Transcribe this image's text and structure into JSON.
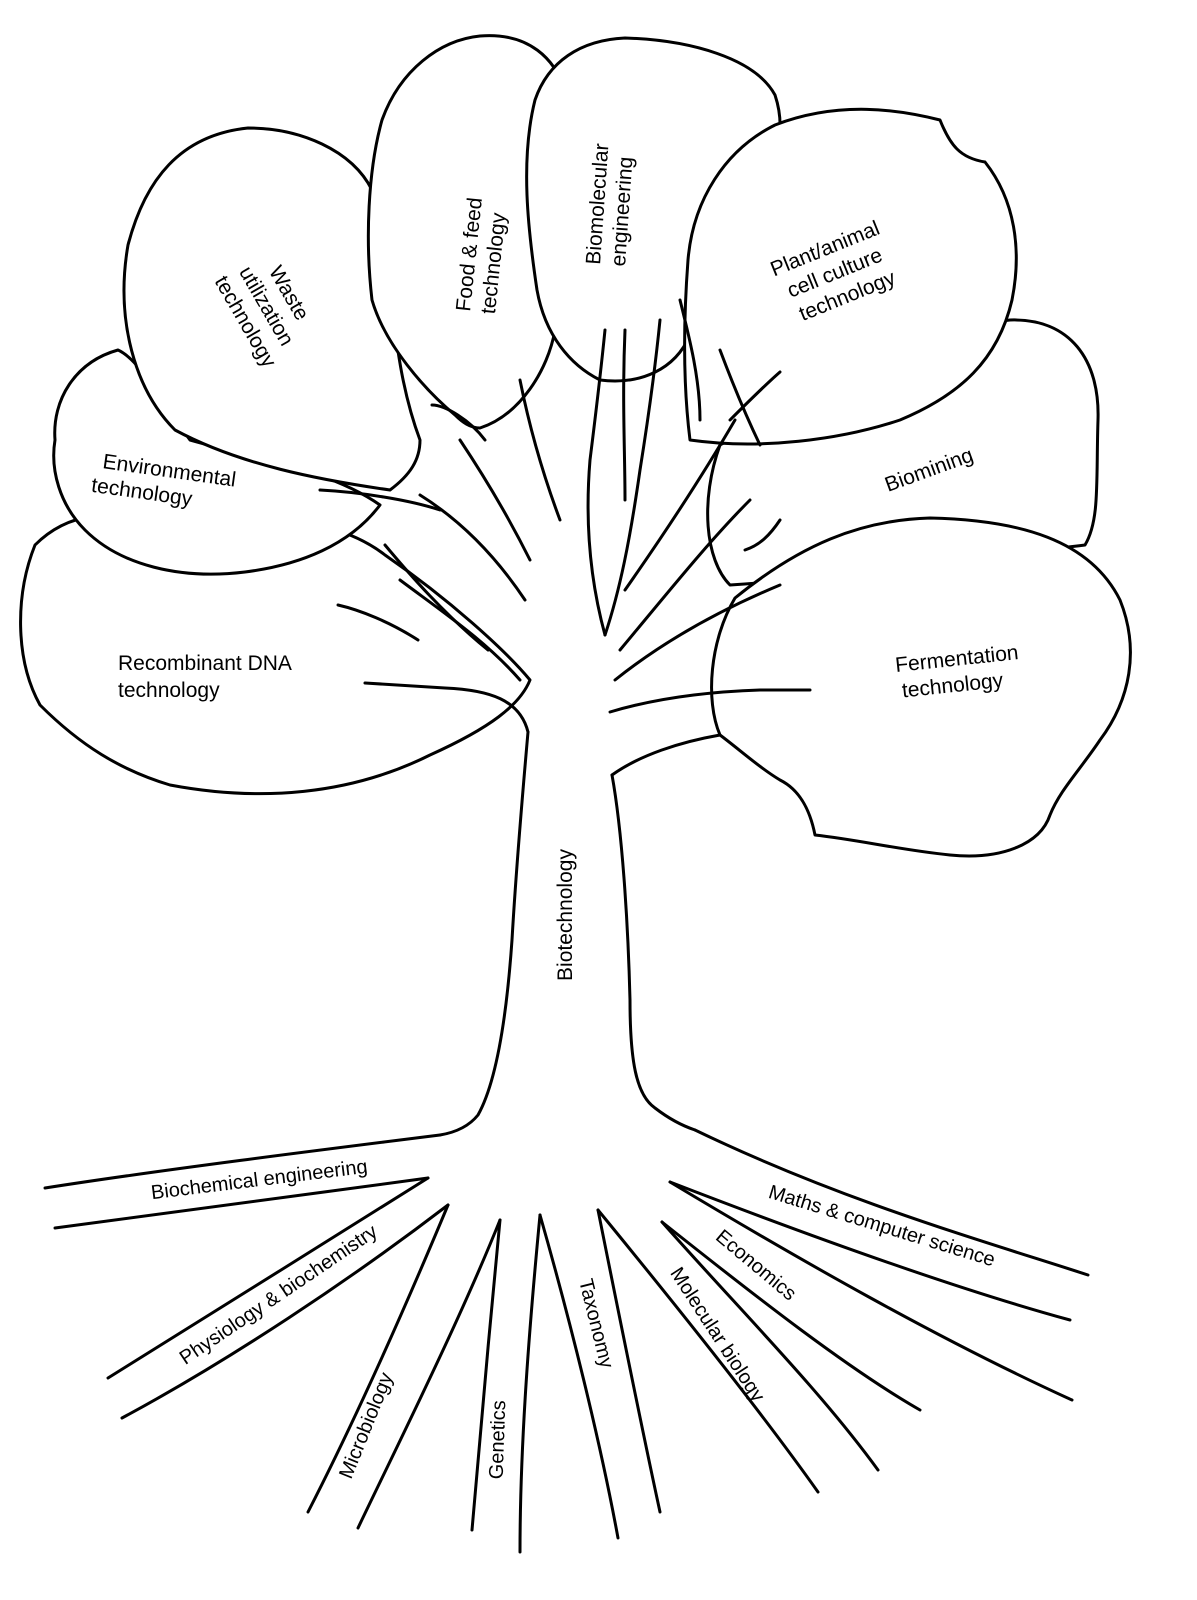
{
  "trunk": {
    "label": "Biotechnology"
  },
  "branches": {
    "food_feed": [
      "Food & feed",
      "technology"
    ],
    "biomolecular": [
      "Biomolecular",
      "engineering"
    ],
    "waste": [
      "Waste",
      "utilization",
      "technology"
    ],
    "plant_animal": [
      "Plant/animal",
      "cell culture",
      "technology"
    ],
    "environmental": [
      "Environmental",
      "technology"
    ],
    "biomining": [
      "Biomining"
    ],
    "recombinant": [
      "Recombinant DNA",
      "technology"
    ],
    "fermentation": [
      "Fermentation",
      "technology"
    ]
  },
  "roots": {
    "biochemical_engineering": "Biochemical engineering",
    "physiology_biochemistry": "Physiology & biochemistry",
    "microbiology": "Microbiology",
    "genetics": "Genetics",
    "taxonomy": "Taxonomy",
    "molecular_biology": "Molecular biology",
    "economics": "Economics",
    "maths_cs": "Maths & computer science"
  }
}
